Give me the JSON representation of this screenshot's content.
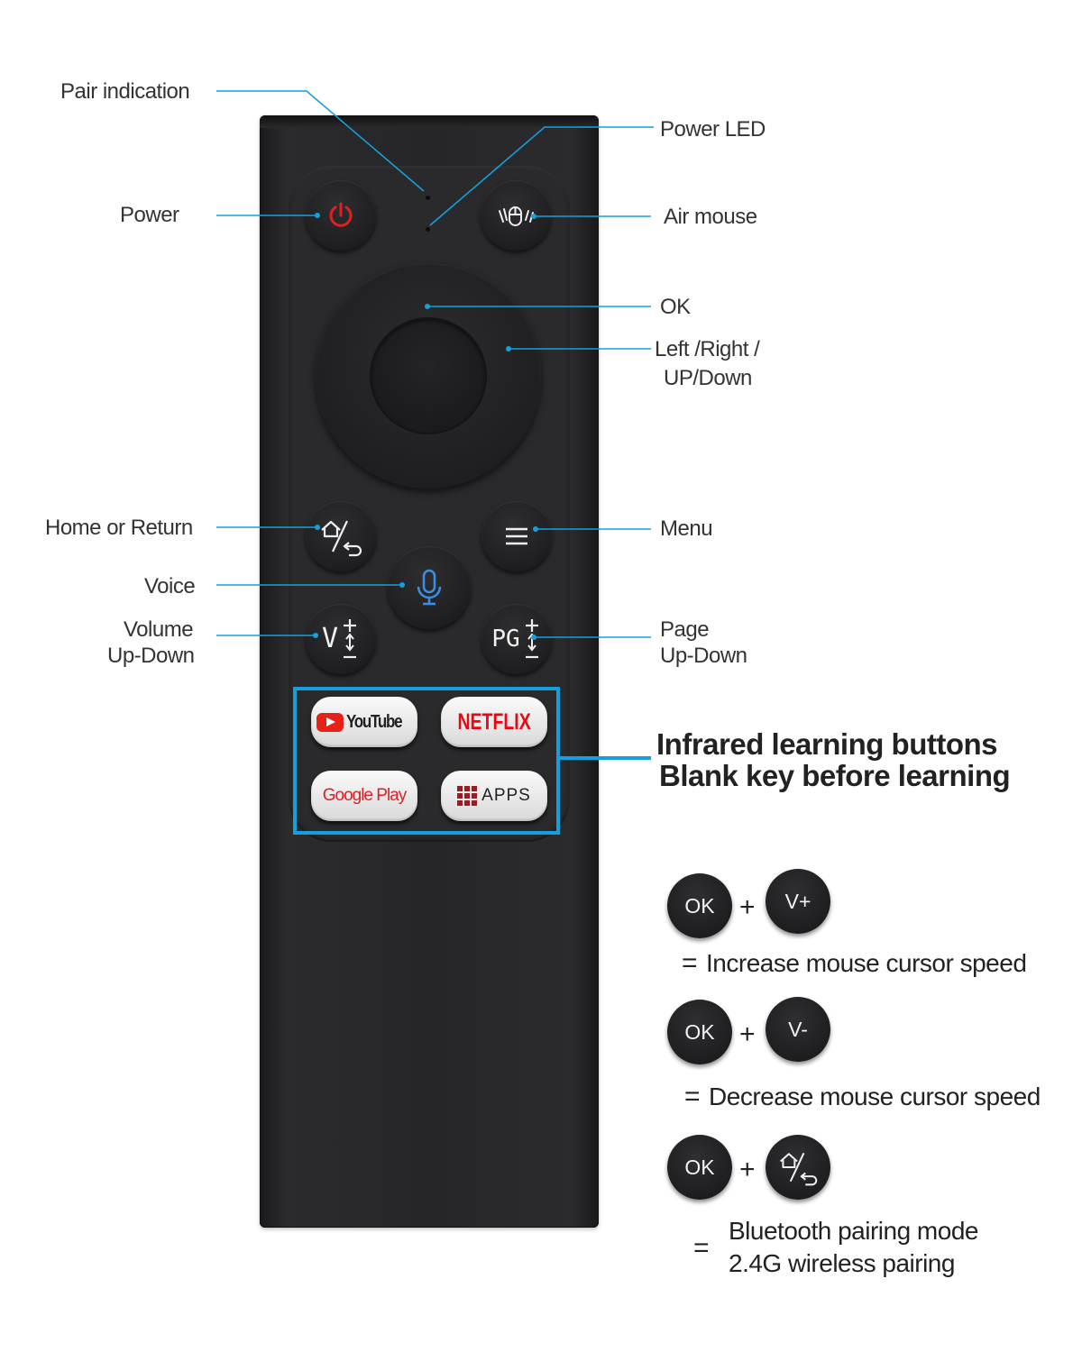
{
  "callouts": {
    "pair_indication": "Pair indication",
    "power_led": "Power LED",
    "power": "Power",
    "air_mouse": "Air mouse",
    "ok": "OK",
    "direction_line1": "Left /Right /",
    "direction_line2": "UP/Down",
    "home_return": "Home or Return",
    "menu": "Menu",
    "voice": "Voice",
    "volume_line1": "Volume",
    "volume_line2": "Up-Down",
    "page_line1": "Page",
    "page_line2": "Up-Down"
  },
  "ir_section": {
    "title_line1": "Infrared learning buttons",
    "title_line2": "Blank key before learning",
    "keys": {
      "youtube": "YouTube",
      "netflix": "NETFLIX",
      "google_play": "Google Play",
      "apps": "APPS"
    }
  },
  "remote_buttons": {
    "volume_glyph": "V",
    "page_glyph": "PG"
  },
  "combos": [
    {
      "first": "OK",
      "plus": "+",
      "second": "V+",
      "equals": "=",
      "result": "Increase mouse cursor speed"
    },
    {
      "first": "OK",
      "plus": "+",
      "second": "V-",
      "equals": "=",
      "result": "Decrease mouse cursor speed"
    },
    {
      "first": "OK",
      "plus": "+",
      "second_icon": "home-return-icon",
      "equals": "=",
      "result_line1": "Bluetooth pairing mode",
      "result_line2": "2.4G wireless pairing"
    }
  ],
  "colors": {
    "callout_line": "#14a0dc",
    "power_icon": "#e02020",
    "voice_icon": "#3b8de0",
    "netflix_red": "#e50914",
    "youtube_red": "#e62117"
  }
}
